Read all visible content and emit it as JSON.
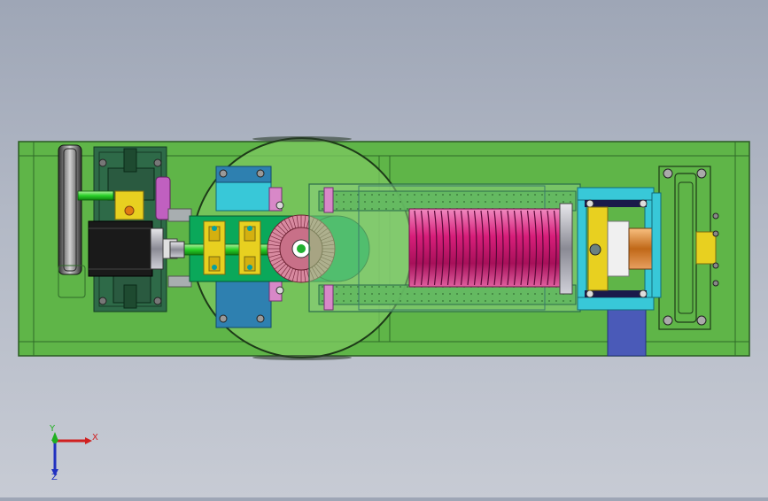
{
  "viewport": {
    "background_top": "#9ea6b6",
    "background_bottom": "#c7cbd4"
  },
  "colors": {
    "base_plate": "#5fb548",
    "cover_circle": "#7cc860",
    "bracket_green": "#0aa85a",
    "spring_magenta": "#d8207a",
    "bearing_yellow": "#e8d020",
    "cyan_frame": "#38c8d8",
    "blue_block": "#4a5ab8",
    "copper": "#d88a40",
    "motor_black": "#1a1a1a",
    "gear_pink": "#d88aa0",
    "shaft_green": "#40e040"
  },
  "icons": {
    "triad": "coordinate-triad-icon"
  },
  "triad": {
    "x_label": "X",
    "y_label": "Y",
    "z_label": "Z",
    "x_color": "#d02020",
    "y_color": "#20b020",
    "z_color": "#2030c0"
  }
}
